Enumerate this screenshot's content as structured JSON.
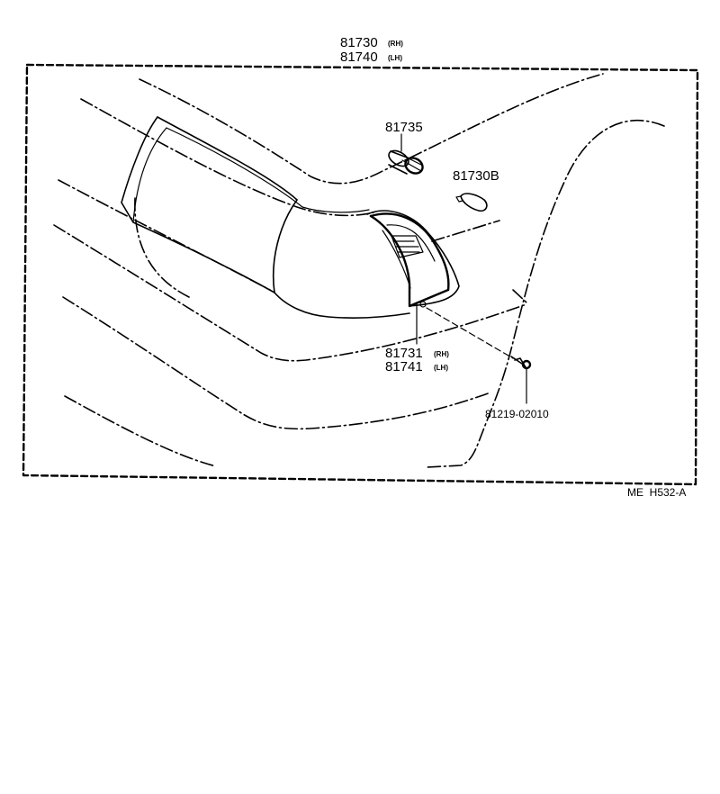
{
  "callouts": {
    "assembly_rh": {
      "part": "81730",
      "side": "(RH)"
    },
    "assembly_lh": {
      "part": "81740",
      "side": "(LH)"
    },
    "socket": {
      "part": "81735"
    },
    "bulb": {
      "part": "81730B"
    },
    "lens_rh": {
      "part": "81731",
      "side": "(RH)"
    },
    "lens_lh": {
      "part": "81741",
      "side": "(LH)"
    },
    "screw": {
      "part": "81219-02010"
    }
  },
  "diagram_code": "ME  H532-A"
}
